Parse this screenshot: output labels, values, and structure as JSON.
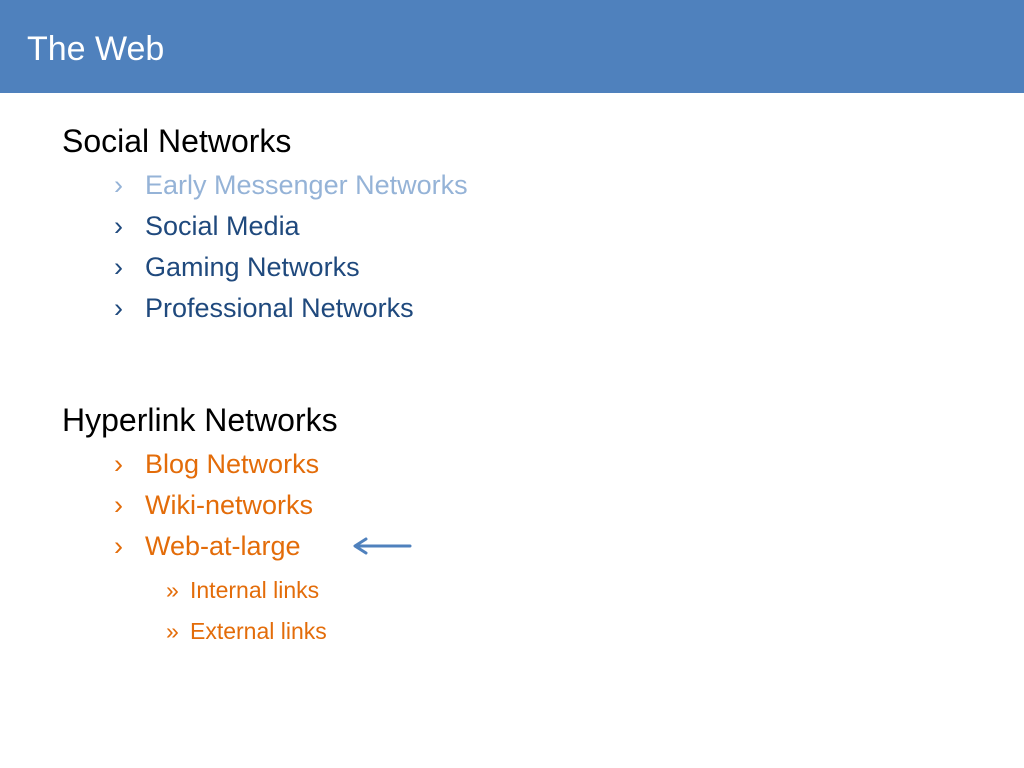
{
  "slide": {
    "title": "The Web"
  },
  "sections": [
    {
      "heading": "Social Networks",
      "items": [
        {
          "bullet": "›",
          "label": "Early Messenger Networks"
        },
        {
          "bullet": "›",
          "label": "Social Media"
        },
        {
          "bullet": "›",
          "label": "Gaming Networks"
        },
        {
          "bullet": "›",
          "label": "Professional Networks"
        }
      ]
    },
    {
      "heading": "Hyperlink Networks",
      "items": [
        {
          "bullet": "›",
          "label": "Blog Networks"
        },
        {
          "bullet": "›",
          "label": "Wiki-networks"
        },
        {
          "bullet": "›",
          "label": "Web-at-large"
        }
      ],
      "subitems": [
        {
          "bullet": "»",
          "label": "Internal links"
        },
        {
          "bullet": "»",
          "label": "External links"
        }
      ]
    }
  ],
  "icons": {
    "pointer": "left-arrow-icon"
  },
  "colors": {
    "title_bar": "#4f81bd",
    "title_text": "#ffffff",
    "heading_text": "#000000",
    "faded_blue": "#95b3d7",
    "dark_blue": "#1f497d",
    "orange": "#e36c09",
    "arrow": "#4f81bd"
  }
}
